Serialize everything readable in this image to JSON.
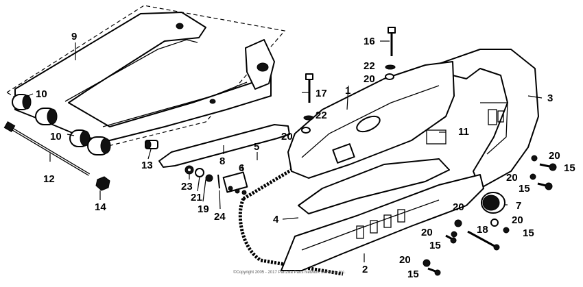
{
  "diagram": {
    "labels": {
      "l1": "1",
      "l2": "2",
      "l3": "3",
      "l4": "4",
      "l5": "5",
      "l6": "6",
      "l7": "7",
      "l8": "8",
      "l9": "9",
      "l10a": "10",
      "l10b": "10",
      "l11": "11",
      "l12": "12",
      "l13": "13",
      "l14": "14",
      "l15a": "15",
      "l15b": "15",
      "l15c": "15",
      "l15d": "15",
      "l15e": "15",
      "l16": "16",
      "l17": "17",
      "l18": "18",
      "l19": "19",
      "l20a": "20",
      "l20b": "20",
      "l20c": "20",
      "l20d": "20",
      "l20e": "20",
      "l20f": "20",
      "l20g": "20",
      "l20h": "20",
      "l21": "21",
      "l22a": "22",
      "l22b": "22",
      "l23": "23",
      "l24": "24"
    },
    "copyright": "©Copyright 2005 - 2017 Partzilla Parts Network Services, Inc."
  }
}
